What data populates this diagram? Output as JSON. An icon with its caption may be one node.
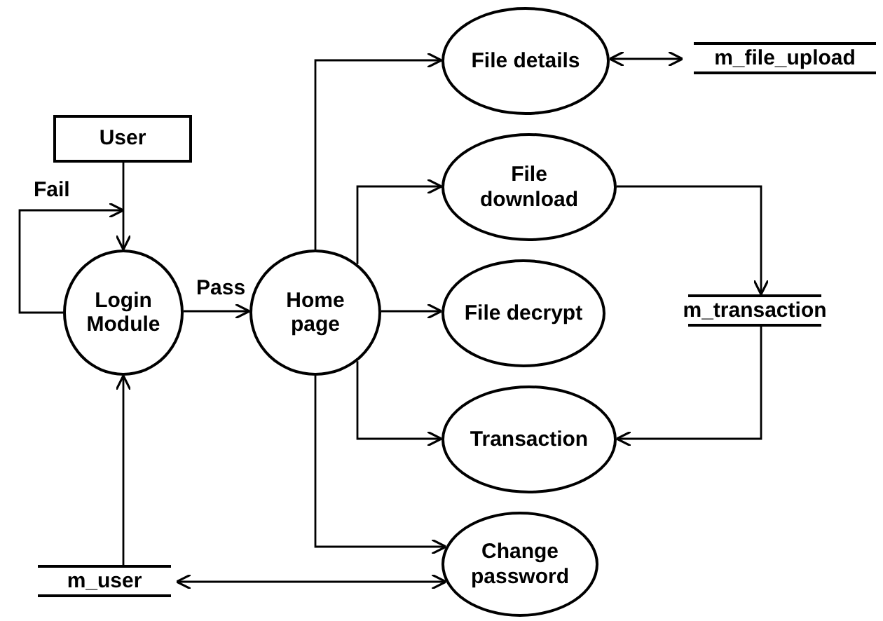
{
  "diagram": {
    "nodes": [
      {
        "text": [
          "User"
        ]
      },
      {
        "text": [
          "Login Module"
        ]
      },
      {
        "text": [
          "Home page"
        ]
      },
      {
        "text": [
          "File details"
        ]
      },
      {
        "text": [
          "m_file_upload"
        ]
      },
      {
        "text": [
          "File download"
        ]
      },
      {
        "text": [
          "File decrypt"
        ]
      },
      {
        "text": [
          "m_transaction"
        ]
      },
      {
        "text": [
          "Transaction"
        ]
      },
      {
        "text": [
          "Change password"
        ]
      },
      {
        "text": [
          "m_user"
        ]
      }
    ],
    "edges": [
      {
        "from": 0,
        "to": 1,
        "arrow": "to"
      },
      {
        "from": 1,
        "to": 1,
        "arrow": "to",
        "label": "Fail"
      },
      {
        "from": 1,
        "to": 2,
        "arrow": "to",
        "label": "Pass"
      },
      {
        "from": 2,
        "to": 3,
        "arrow": "to"
      },
      {
        "from": 3,
        "to": 4,
        "arrow": "both"
      },
      {
        "from": 2,
        "to": 5,
        "arrow": "to"
      },
      {
        "from": 2,
        "to": 6,
        "arrow": "to"
      },
      {
        "from": 2,
        "to": 8,
        "arrow": "to"
      },
      {
        "from": 2,
        "to": 9,
        "arrow": "to"
      },
      {
        "from": 5,
        "to": 7,
        "arrow": "to"
      },
      {
        "from": 7,
        "to": 8,
        "arrow": "to"
      },
      {
        "from": 10,
        "to": 1,
        "arrow": "to"
      },
      {
        "from": 10,
        "to": 9,
        "arrow": "both"
      }
    ]
  }
}
